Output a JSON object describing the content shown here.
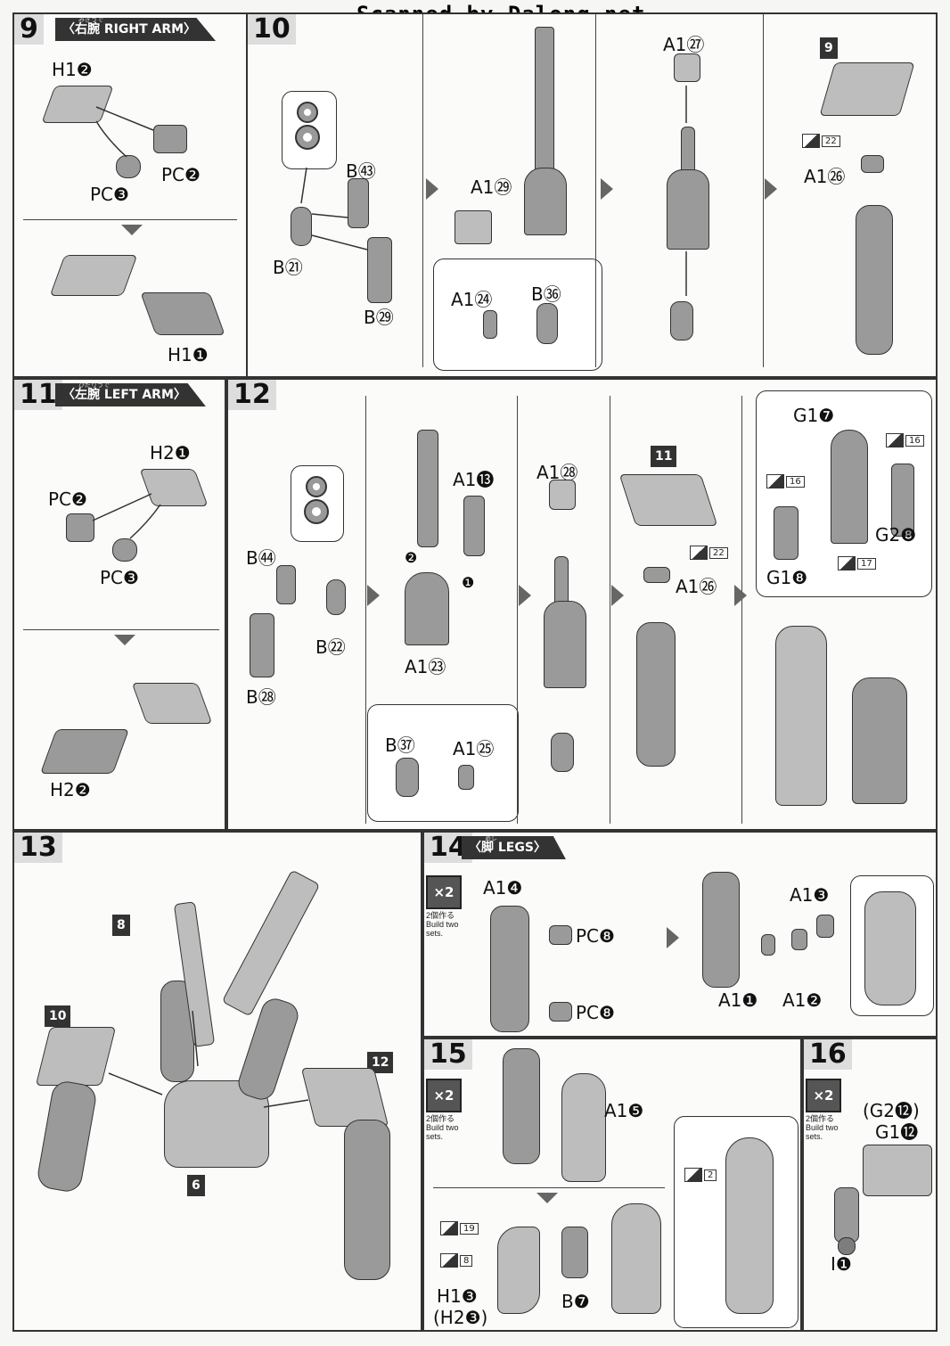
{
  "banner": "Scanned by Dalong.net",
  "steps": {
    "s9": {
      "num": "9",
      "ruby": "みぎうで",
      "title": "〈右腕 RIGHT ARM〉",
      "labels": [
        "H1❷",
        "PC❷",
        "PC❸",
        "H1❶"
      ]
    },
    "s10": {
      "num": "10",
      "labels": [
        "B㊸",
        "B㉑",
        "B㉙",
        "A1㉙",
        "A1㉔",
        "B㊱",
        "A1㉗",
        "A1㉖"
      ],
      "ref": "9",
      "sticker": "22"
    },
    "s11": {
      "num": "11",
      "ruby": "ひだりうで",
      "title": "〈左腕 LEFT ARM〉",
      "labels": [
        "H2❶",
        "PC❷",
        "PC❸",
        "H2❷"
      ]
    },
    "s12": {
      "num": "12",
      "labels": [
        "B㊹",
        "B㉒",
        "B㉘",
        "A1⓭",
        "❷",
        "❶",
        "A1㉓",
        "B㊲",
        "A1㉕",
        "A1㉘",
        "A1㉖",
        "G1❼",
        "G2❽",
        "G1❽"
      ],
      "ref": "11",
      "stickers": [
        "22",
        "16",
        "16",
        "17"
      ]
    },
    "s13": {
      "num": "13",
      "refs": [
        "8",
        "10",
        "12",
        "6"
      ]
    },
    "s14": {
      "num": "14",
      "ruby": "あし",
      "title": "〈脚 LEGS〉",
      "x2": "×2",
      "x2note": "2個作る Build two sets.",
      "labels": [
        "A1❹",
        "PC❽",
        "PC❽",
        "A1❸",
        "A1❶",
        "A1❷"
      ]
    },
    "s15": {
      "num": "15",
      "x2": "×2",
      "x2note": "2個作る Build two sets.",
      "labels": [
        "A1❺",
        "H1❸",
        "(H2❸)",
        "B❼"
      ],
      "stickers": [
        "19",
        "8",
        "2"
      ]
    },
    "s16": {
      "num": "16",
      "x2": "×2",
      "x2note": "2個作る Build two sets.",
      "labels": [
        "(G2⓬)",
        "G1⓬",
        "I❶"
      ]
    }
  }
}
